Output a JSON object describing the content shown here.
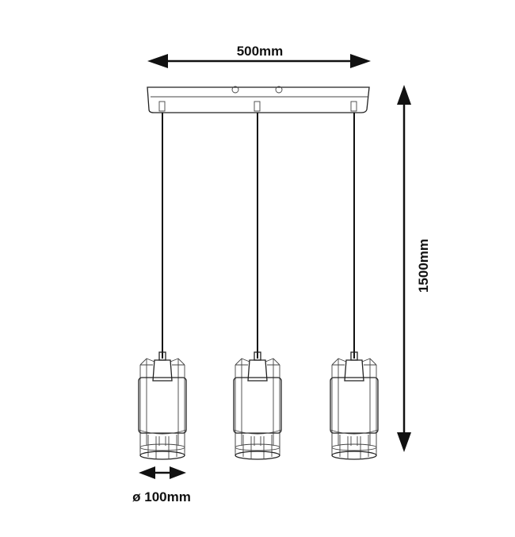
{
  "dimensions": {
    "width_label": "500mm",
    "height_label": "1500mm",
    "diameter_label": "ø 100mm"
  },
  "colors": {
    "line": "#222222",
    "background": "#ffffff"
  }
}
